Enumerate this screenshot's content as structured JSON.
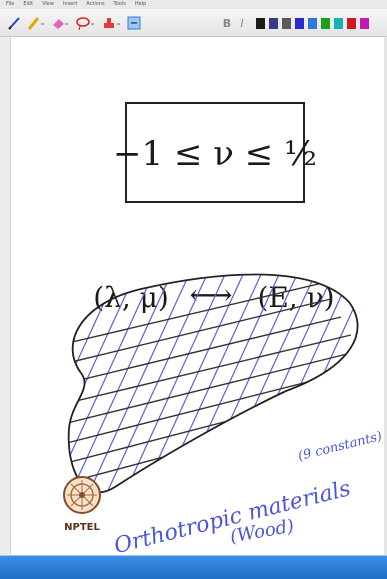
{
  "menu": {
    "items": [
      "File",
      "Edit",
      "View",
      "Insert",
      "Actions",
      "Tools",
      "Help"
    ]
  },
  "toolbar": {
    "tools": [
      "pen-icon",
      "highlighter-icon",
      "eraser-icon",
      "lasso-icon",
      "stamp-icon",
      "insert-space-icon"
    ],
    "bold_label": "B",
    "italic_label": "I",
    "swatch_colors": [
      "#1a1a1a",
      "#3a3a8a",
      "#5a5a5a",
      "#2a2ad0",
      "#2f7ad8",
      "#1aa01a",
      "#18b0b0",
      "#d01a1a",
      "#c01ab0"
    ]
  },
  "board": {
    "inequality": "−1 ≤ ν ≤ ½",
    "lame_pair": "(λ, μ)",
    "arrow": "⟷",
    "elastic_pair": "(E, ν)",
    "material_label": "Orthotropic materials",
    "constants_note": "(9 constants)",
    "example_note": "(Wood)"
  },
  "logo": {
    "text": "NPTEL"
  }
}
